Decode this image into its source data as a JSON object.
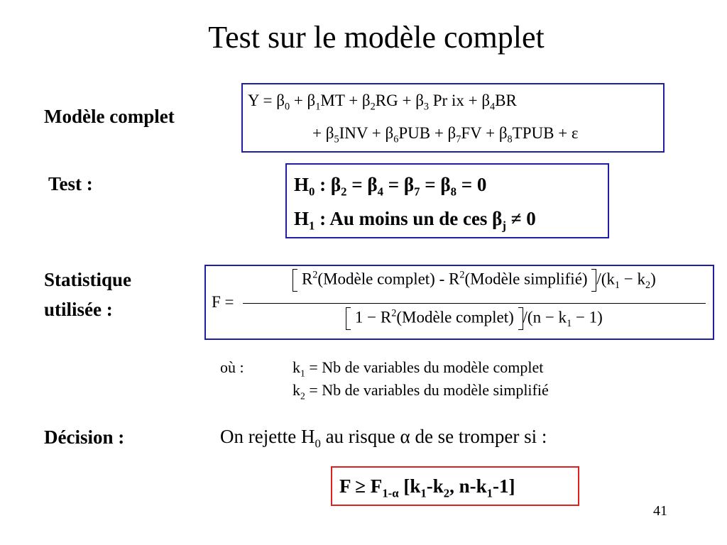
{
  "slide": {
    "title": "Test sur le modèle complet",
    "page_number": "41"
  },
  "model": {
    "label": "Modèle complet",
    "line1": "Y = β0 + β1MT + β2RG + β3 Prix + β4BR",
    "line2": "+ β5INV + β6PUB + β7FV + β8TPUB + ε"
  },
  "test": {
    "label": "Test :",
    "h0": "H0 : β2 = β4 = β7 = β8 = 0",
    "h1": "H1 : Au moins un de ces βj ≠ 0"
  },
  "statistic": {
    "label_line1": "Statistique",
    "label_line2": "utilisée :",
    "formula_lhs": "F =",
    "numerator": "[R2(Modèle complet) - R2(Modèle simplifié)]/(k1 − k2)",
    "denominator": "[1 − R2(Modèle complet)]/(n − k1 − 1)"
  },
  "notes": {
    "prefix": "où :",
    "k1": "k1 = Nb de variables du modèle complet",
    "k2": "k2 = Nb de variables du modèle simplifié"
  },
  "decision": {
    "label": "Décision :",
    "text": "On rejette H0 au risque α de se tromper si :",
    "rule": "F ≥ F1-α [k1-k2, n-k1-1]"
  },
  "colors": {
    "blue_box": "#1f1fa6",
    "red_box": "#e02020"
  }
}
